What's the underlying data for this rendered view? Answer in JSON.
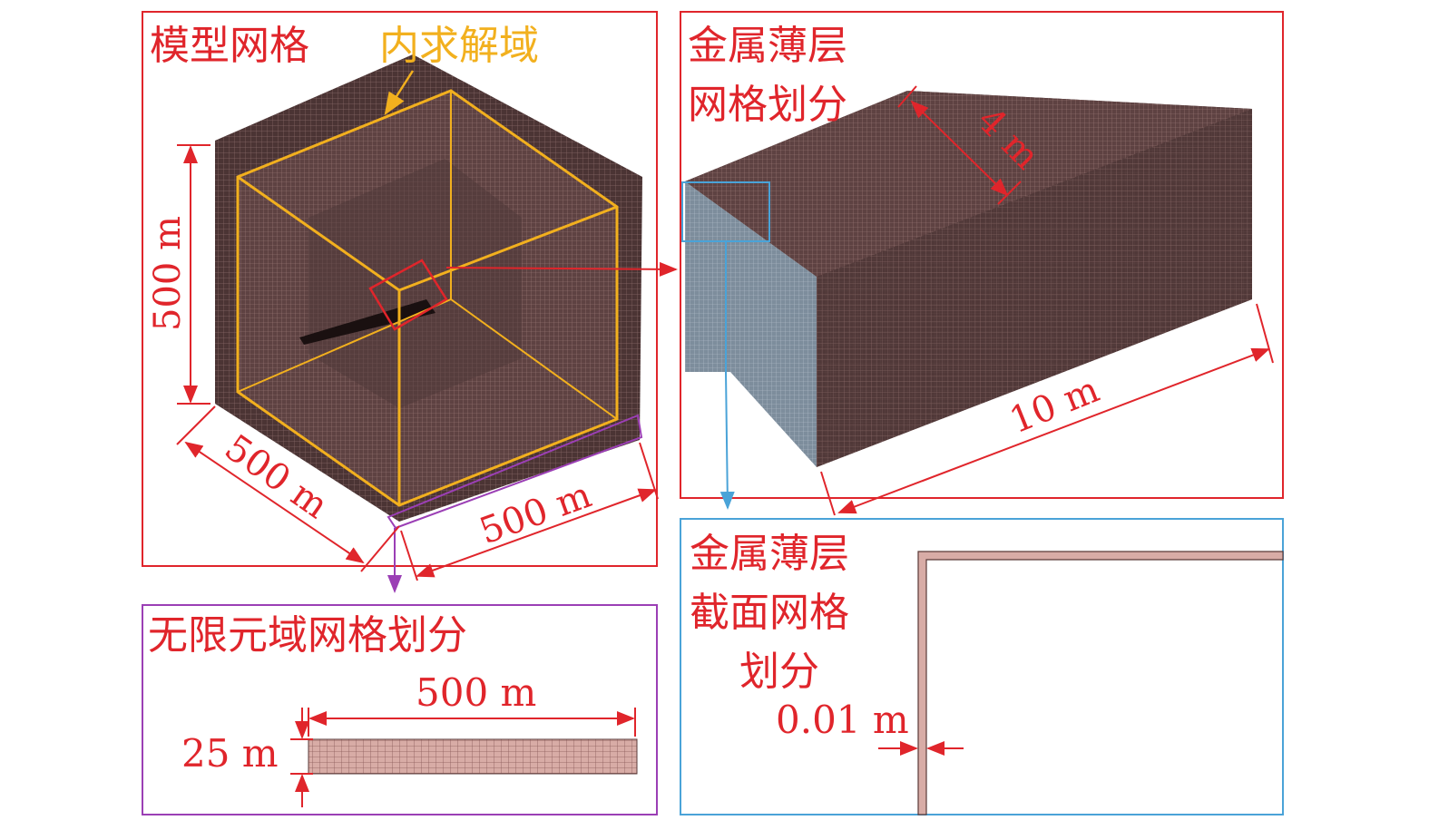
{
  "colors": {
    "red": "#e0252b",
    "gold": "#f2b01e",
    "purple": "#9b3fb5",
    "blue": "#4aa3d8",
    "mesh_dark": "#4b3434",
    "mesh_face": "#6e4e4e",
    "mesh_light": "#c89c98",
    "mesh_grey": "#8a9aa8"
  },
  "panel_model": {
    "title": "模型网格",
    "inner_label": "内求解域",
    "dim_height": "500 m",
    "dim_left": "500 m",
    "dim_right": "500 m"
  },
  "panel_thin_layer": {
    "title_line1": "金属薄层",
    "title_line2": "网格划分",
    "dim_width": "4 m",
    "dim_length": "10 m"
  },
  "panel_infinite": {
    "title": "无限元域网格划分",
    "dim_length": "500 m",
    "dim_thickness": "25 m"
  },
  "panel_section": {
    "title_line1": "金属薄层",
    "title_line2": "截面网格",
    "title_line3": "划分",
    "dim_thickness": "0.01 m"
  }
}
